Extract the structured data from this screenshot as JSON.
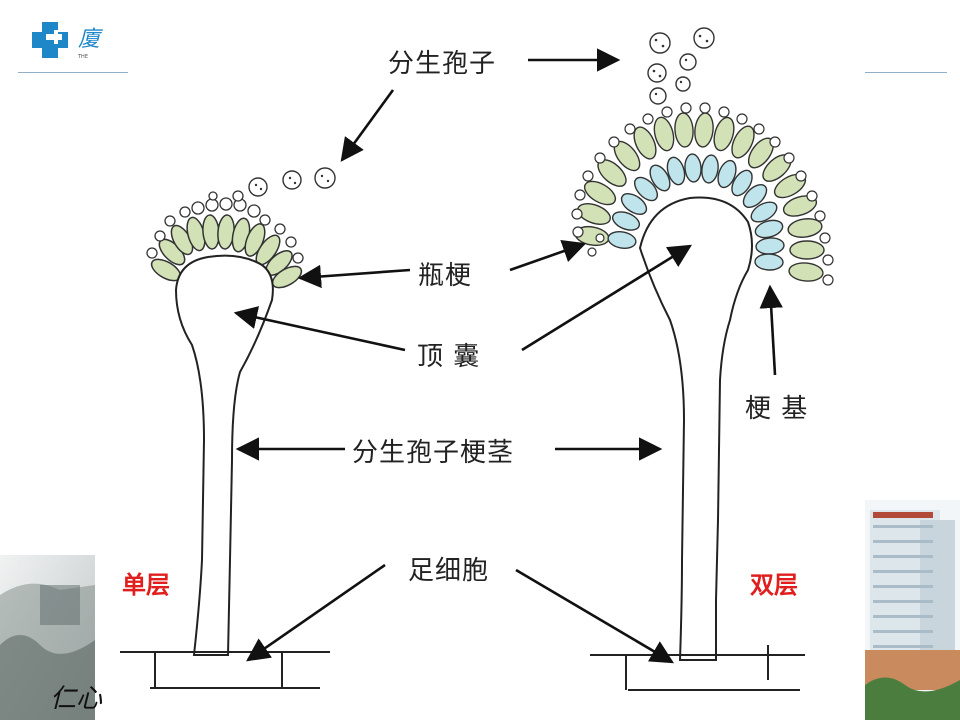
{
  "labels": {
    "conidia": "分生孢子",
    "phialide": "瓶梗",
    "vesicle": "顶 囊",
    "conidiophore": "分生孢子梗茎",
    "foot_cell": "足细胞",
    "metula": "梗 基",
    "uniseriate": "单层",
    "biseriate": "双层"
  },
  "colors": {
    "phialide_fill": "#d3e2b6",
    "metula_fill": "#bfe4ec",
    "label_red": "#e01e1e",
    "logo_blue": "#1e87c8"
  },
  "footer": {
    "calligraphy": "仁心"
  }
}
